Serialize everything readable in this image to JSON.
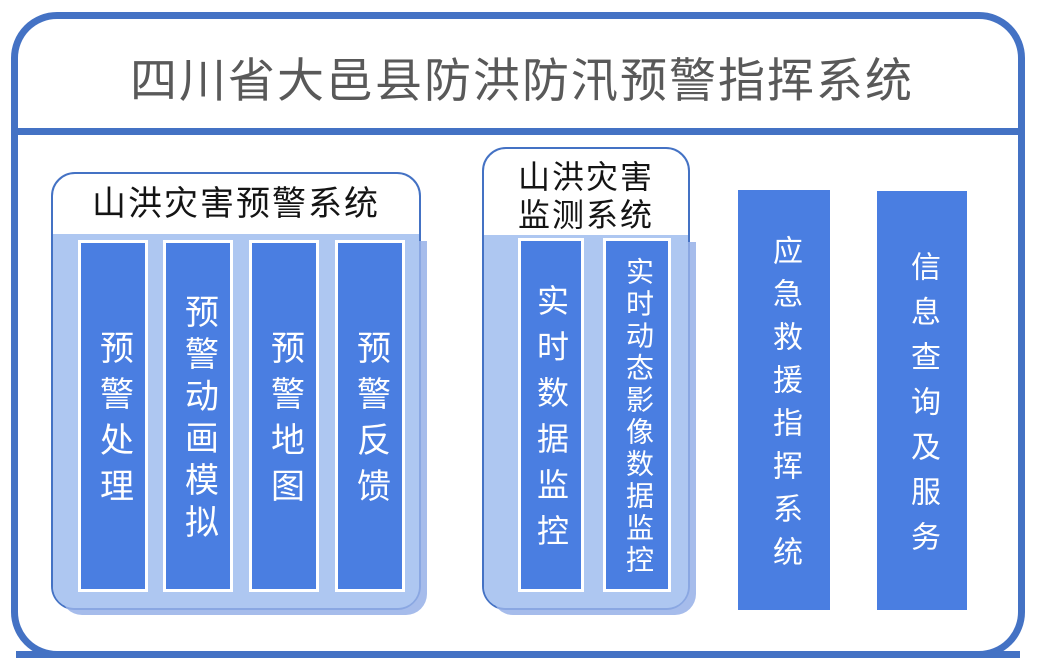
{
  "diagram": {
    "title": "四川省大邑县防洪防汛预警指挥系统",
    "groups": [
      {
        "name": "山洪灾害预警系统",
        "label_lines": [
          "山洪灾害预警系统"
        ],
        "items": [
          "预警处理",
          "预警动画模拟",
          "预警地图",
          "预警反馈"
        ]
      },
      {
        "name": "山洪灾害监测系统",
        "label_lines": [
          "山洪灾害",
          "监测系统"
        ],
        "items": [
          "实时数据监控",
          "实时动态影像数据监控"
        ]
      }
    ],
    "standalone_systems": [
      "应急救援指挥系统",
      "信息查询及服务"
    ],
    "colors": {
      "accent_border": "#4472C4",
      "bar_fill": "#4A7EE1",
      "group_fill": "#AEC7F1",
      "group_shadow": "#96B0E8",
      "title_text": "#595959",
      "bar_text": "#FFFFFF",
      "header_text": "#141414"
    }
  }
}
